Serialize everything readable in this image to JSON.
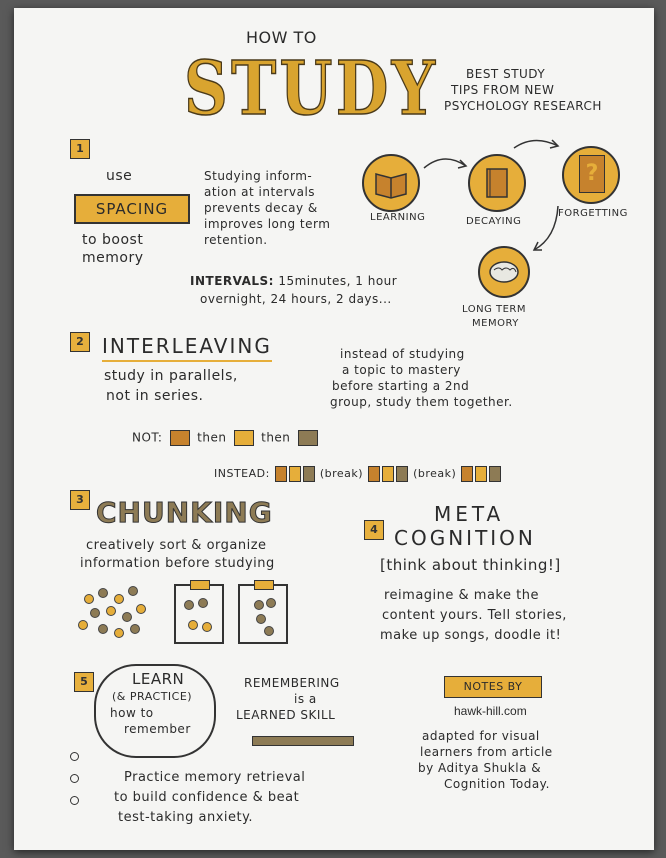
{
  "header": {
    "kicker": "HOW TO",
    "title": "STUDY",
    "subtitle": [
      "BEST STUDY",
      "TIPS FROM NEW",
      "PSYCHOLOGY RESEARCH"
    ]
  },
  "s1": {
    "num": "1",
    "use": "use",
    "label": "SPACING",
    "boost": [
      "to boost",
      "memory"
    ],
    "desc": [
      "Studying inform-",
      "ation at intervals",
      "prevents decay &",
      "improves long term",
      "retention."
    ],
    "intervals_label": "INTERVALS:",
    "intervals": [
      "15minutes, 1 hour",
      "overnight, 24 hours, 2 days..."
    ],
    "cycle": [
      "LEARNING",
      "DECAYING",
      "FORGETTING",
      "LONG TERM",
      "MEMORY"
    ]
  },
  "s2": {
    "num": "2",
    "title": "INTERLEAVING",
    "sub": [
      "study in parallels,",
      "not in series."
    ],
    "desc": [
      "instead of studying",
      "a topic to mastery",
      "before starting a 2nd",
      "group, study them together."
    ],
    "not_label": "NOT:",
    "then": "then",
    "instead_label": "INSTEAD:",
    "brk": "(break)"
  },
  "s3": {
    "num": "3",
    "title": "CHUNKING",
    "desc": [
      "creatively sort & organize",
      "information before studying"
    ]
  },
  "s4": {
    "num": "4",
    "title": [
      "META",
      "COGNITION"
    ],
    "sub": "[think about thinking!]",
    "desc": [
      "reimagine & make the",
      "content yours. Tell stories,",
      "make up songs, doodle it!"
    ]
  },
  "s5": {
    "num": "5",
    "cloud": [
      "LEARN",
      "(& PRACTICE)",
      "how to",
      "remember"
    ],
    "skill": [
      "REMEMBERING",
      "is a",
      "LEARNED SKILL"
    ],
    "practice": [
      "Practice memory retrieval",
      "to build confidence & beat",
      "test-taking anxiety."
    ]
  },
  "credits": {
    "banner": "NOTES BY",
    "site": "hawk-hill.com",
    "desc": [
      "adapted for visual",
      "learners from article",
      "by Aditya Shukla &",
      "Cognition Today."
    ]
  }
}
